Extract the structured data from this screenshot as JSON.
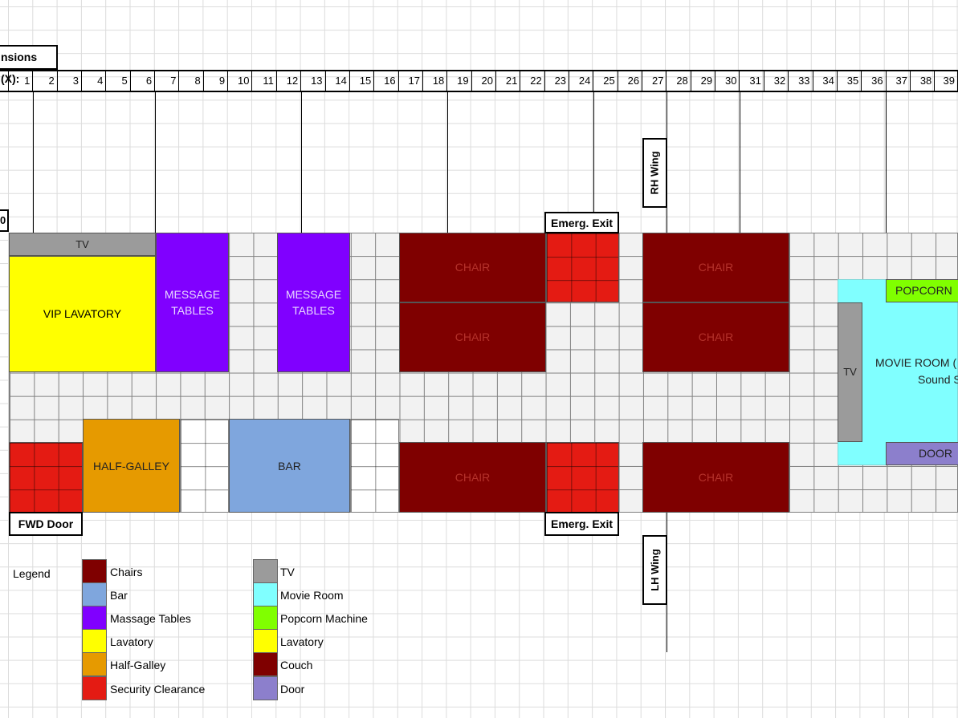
{
  "header": {
    "title": "nsions (X):",
    "columns": [
      "1",
      "2",
      "3",
      "4",
      "5",
      "6",
      "7",
      "8",
      "9",
      "10",
      "11",
      "12",
      "13",
      "14",
      "15",
      "16",
      "17",
      "18",
      "19",
      "20",
      "21",
      "22",
      "23",
      "24",
      "25",
      "26",
      "27",
      "28",
      "29",
      "30",
      "31",
      "32",
      "33",
      "34",
      "35",
      "36",
      "37",
      "38",
      "39"
    ],
    "row_label": "0"
  },
  "labels": {
    "emerg_exit_top": "Emerg. Exit",
    "emerg_exit_bottom": "Emerg. Exit",
    "fwd_door": "FWD Door",
    "rh_wing": "RH Wing",
    "lh_wing": "LH Wing"
  },
  "blocks": {
    "tv_forward": "TV",
    "vip_lavatory": "VIP LAVATORY",
    "message_tables_1": "MESSAGE TABLES",
    "message_tables_2": "MESSAGE TABLES",
    "chair_1": "CHAIR",
    "chair_2": "CHAIR",
    "chair_3": "CHAIR",
    "chair_4": "CHAIR",
    "chair_5": "CHAIR",
    "chair_6": "CHAIR",
    "half_galley": "HALF-GALLEY",
    "bar": "BAR",
    "tv_aft": "TV",
    "popcorn": "POPCORN",
    "movie_room": "MOVIE ROOM (",
    "movie_room_sub": "Sound S",
    "door": "DOOR"
  },
  "colors": {
    "chairs": "#7f0000",
    "bar": "#7fa6dd",
    "massage_tables": "#8000ff",
    "lavatory": "#ffff00",
    "half_galley": "#e69a00",
    "security": "#e41b13",
    "tv": "#9b9b9b",
    "movie_room": "#80ffff",
    "popcorn": "#80ff00",
    "door": "#8c7fcc"
  },
  "legend": {
    "title": "Legend",
    "left": [
      {
        "label": "Chairs",
        "color": "#7f0000"
      },
      {
        "label": "Bar",
        "color": "#7fa6dd"
      },
      {
        "label": "Massage Tables",
        "color": "#8000ff"
      },
      {
        "label": "Lavatory",
        "color": "#ffff00"
      },
      {
        "label": "Half-Galley",
        "color": "#e69a00"
      },
      {
        "label": "Security Clearance",
        "color": "#e41b13"
      }
    ],
    "right": [
      {
        "label": "TV",
        "color": "#9b9b9b"
      },
      {
        "label": "Movie Room",
        "color": "#80ffff"
      },
      {
        "label": "Popcorn Machine",
        "color": "#80ff00"
      },
      {
        "label": "Lavatory",
        "color": "#ffff00"
      },
      {
        "label": "Couch",
        "color": "#7f0000"
      },
      {
        "label": "Door",
        "color": "#8c7fcc"
      }
    ]
  }
}
